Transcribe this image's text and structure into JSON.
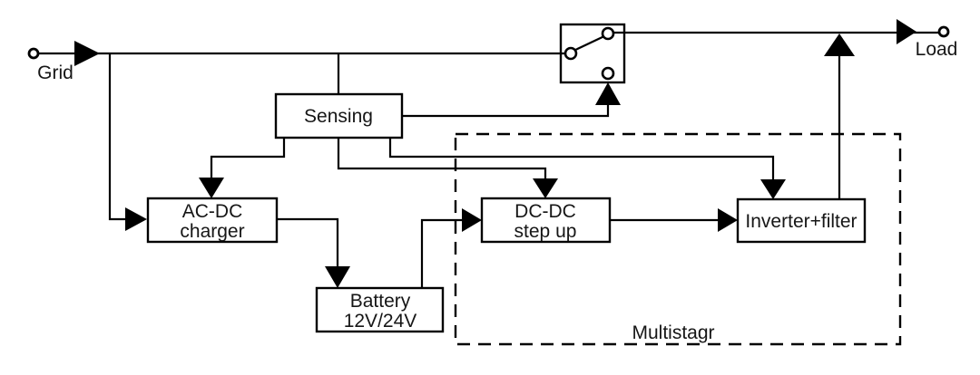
{
  "diagram": {
    "type": "block-diagram-ups-system",
    "background_color": "#ffffff",
    "line_color": "#000000",
    "terminals": {
      "grid": {
        "label": "Grid"
      },
      "load": {
        "label": "Load"
      }
    },
    "blocks": {
      "sensing": {
        "label": "Sensing"
      },
      "ac_dc_charger": {
        "line1": "AC-DC",
        "line2": "charger"
      },
      "battery": {
        "line1": "Battery",
        "line2": "12V/24V"
      },
      "dc_dc_step_up": {
        "line1": "DC-DC",
        "line2": "step up"
      },
      "inverter_filter": {
        "label": "Inverter+filter"
      }
    },
    "group": {
      "label": "Multistagr",
      "border_style": "dashed"
    },
    "switch": {
      "kind": "changeover-transfer-switch",
      "contacts": 3
    },
    "connections": [
      "Grid -> transfer switch input",
      "Grid -> AC-DC charger",
      "Sensing -> AC-DC charger",
      "Sensing -> DC-DC step up",
      "Sensing -> Inverter+filter",
      "Sensing -> transfer switch control",
      "AC-DC charger -> Battery",
      "Battery -> DC-DC step up",
      "DC-DC step up -> Inverter+filter",
      "Inverter+filter -> Load line",
      "Transfer switch -> Load"
    ]
  }
}
